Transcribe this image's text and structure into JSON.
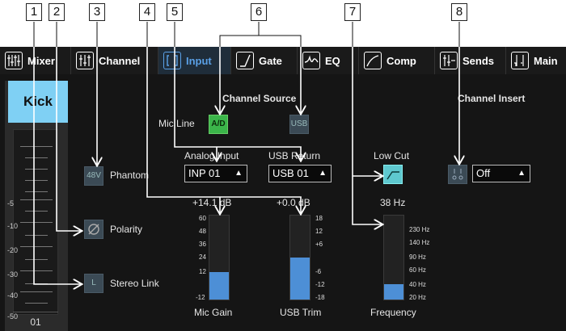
{
  "callouts": [
    "1",
    "2",
    "3",
    "4",
    "5",
    "6",
    "7",
    "8"
  ],
  "tabs": [
    {
      "label": "Mixer",
      "icon": "mixer-icon"
    },
    {
      "label": "Channel",
      "icon": "channel-icon"
    },
    {
      "label": "Input",
      "icon": "input-icon"
    },
    {
      "label": "Gate",
      "icon": "gate-icon"
    },
    {
      "label": "EQ",
      "icon": "eq-icon"
    },
    {
      "label": "Comp",
      "icon": "comp-icon"
    },
    {
      "label": "Sends",
      "icon": "sends-icon"
    },
    {
      "label": "Main",
      "icon": "main-icon"
    }
  ],
  "channel": {
    "name": "Kick",
    "number": "01",
    "meter_ticks": [
      "-5",
      "-10",
      "-20",
      "-30",
      "-40",
      "-50"
    ]
  },
  "controls": {
    "phantom_button": "48V",
    "phantom_label": "Phantom",
    "polarity_label": "Polarity",
    "stereo_link_button": "L",
    "stereo_link_label": "Stereo Link"
  },
  "source": {
    "heading": "Channel Source",
    "mic_line_label": "Mic Line",
    "ad_button": "A/D",
    "usb_button": "USB",
    "analog_input_label": "Analog Input",
    "analog_input_value": "INP 01",
    "usb_return_label": "USB Return",
    "usb_return_value": "USB 01"
  },
  "insert": {
    "heading": "Channel Insert",
    "value": "Off"
  },
  "mic_gain": {
    "readout": "+14.1 dB",
    "label": "Mic Gain",
    "scale": [
      "60",
      "48",
      "36",
      "24",
      "12",
      "-12"
    ],
    "level": 0.33
  },
  "usb_trim": {
    "readout": "+0.0 dB",
    "label": "USB Trim",
    "scale": [
      "18",
      "12",
      "+6",
      "-6",
      "-12",
      "-18"
    ],
    "level": 0.5
  },
  "low_cut": {
    "label": "Low Cut",
    "readout": "38 Hz",
    "freq_label": "Frequency",
    "scale": [
      "230 Hz",
      "140 Hz",
      "90 Hz",
      "60 Hz",
      "40 Hz",
      "20 Hz"
    ],
    "level": 0.18
  },
  "colors": {
    "accent_blue": "#4d8fd6",
    "kick_bg": "#7fd0f4",
    "ad_green": "#3bb54a",
    "low_cut_teal": "#5ec8cf"
  }
}
